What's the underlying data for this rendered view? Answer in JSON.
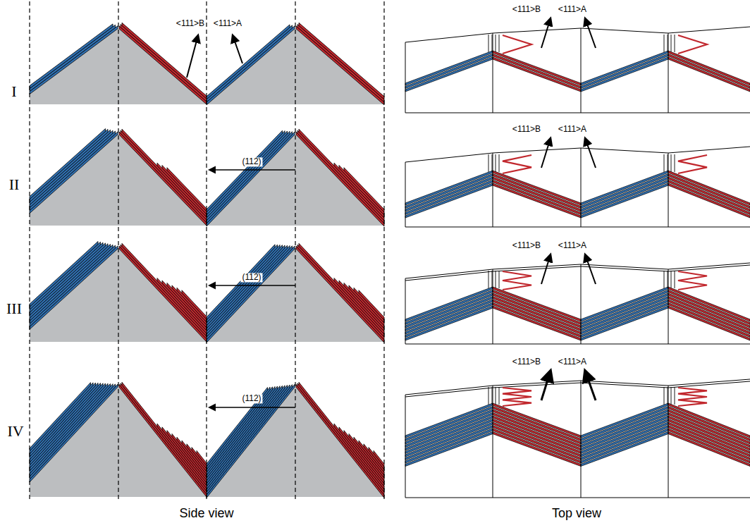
{
  "diagram": {
    "labels": [
      "<111>B",
      "<111>A",
      "I",
      "<111>B",
      "<111>A",
      "II",
      "(112)",
      "<111>B",
      "<111>A",
      "III",
      "(112)",
      "<111>B",
      "<111>A",
      "IV",
      "(112)",
      "<111>B",
      "<111>A",
      "Side view",
      "Top view"
    ]
  }
}
